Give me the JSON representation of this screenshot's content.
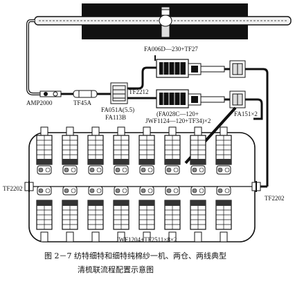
{
  "labels": {
    "opener": "FA006D—230+TF27",
    "amp": "AMP2000",
    "tf45": "TF45A",
    "fa051": "FA051A(5.5)",
    "fa113": "FA113B",
    "tf2212": "TF2212",
    "fa028_a": "(FA028C—120+",
    "fa028_b": "JWF1124—120+TF34)×2",
    "fa151": "FA151×2",
    "tf2202_left": "TF2202",
    "tf2202_right": "TF2202",
    "cards": "JWF1204+TF2511×8×2"
  },
  "caption": {
    "line1": "图 2－7    纺特细特和细特纯棉纱一机、两仓、两线典型",
    "line2": "清梳联流程配置示意图"
  }
}
